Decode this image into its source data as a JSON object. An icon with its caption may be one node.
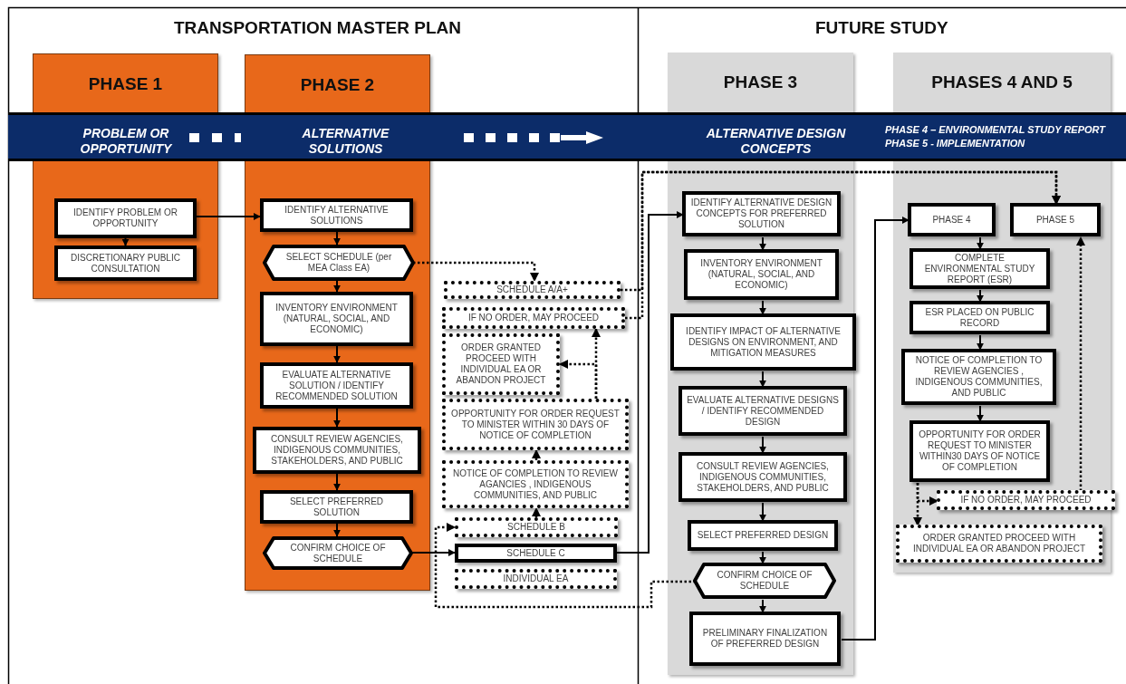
{
  "diagram": {
    "nodes": [
      {
        "text": [
          "PHASE 1"
        ]
      },
      {
        "text": [
          "IDENTIFY PROBLEM OR OPPORTUNITY"
        ],
        "in": 0
      },
      {
        "text": [
          "DISCRETIONARY PUBLIC CONSULTATION"
        ],
        "in": 0
      },
      {
        "text": [
          "PHASE 2"
        ]
      },
      {
        "text": [
          "IDENTIFY ALTERNATIVE SOLUTIONS"
        ],
        "in": 3
      },
      {
        "text": [
          "SELECT SCHEDULE (per MEA Class EA)"
        ],
        "in": 3
      },
      {
        "text": [
          "INVENTORY ENVIRONMENT (NATURAL, SOCIAL, AND ECONOMIC)"
        ],
        "in": 3
      },
      {
        "text": [
          "EVALUATE ALTERNATIVE SOLUTION / IDENTIFY RECOMMENDED SOLUTION"
        ],
        "in": 3
      },
      {
        "text": [
          "CONSULT REVIEW AGENCIES, INDIGENOUS COMMUNITIES, STAKEHOLDERS, AND PUBLIC"
        ],
        "in": 3
      },
      {
        "text": [
          "SELECT PREFERRED SOLUTION"
        ],
        "in": 3
      },
      {
        "text": [
          "CONFIRM CHOICE OF SCHEDULE"
        ],
        "in": 3
      },
      {
        "text": [
          "SCHEDULE A/A+"
        ]
      },
      {
        "text": [
          "IF NO ORDER, MAY PROCEED"
        ]
      },
      {
        "text": [
          "ORDER GRANTED PROCEED WITH INDIVIDUAL EA OR ABANDON PROJECT"
        ]
      },
      {
        "text": [
          "OPPORTUNITY FOR ORDER REQUEST TO MINISTER WITHIN 30 DAYS OF NOTICE OF COMPLETION"
        ]
      },
      {
        "text": [
          "NOTICE OF COMPLETION TO REVIEW AGANCIES , INDIGENOUS COMMUNITIES, AND PUBLIC"
        ]
      },
      {
        "text": [
          "SCHEDULE B"
        ]
      },
      {
        "text": [
          "SCHEDULE C"
        ]
      },
      {
        "text": [
          "INDIVIDUAL EA"
        ]
      },
      {
        "text": [
          "PHASE 3"
        ]
      },
      {
        "text": [
          "IDENTIFY ALTERNATIVE DESIGN CONCEPTS FOR PREFERRED SOLUTION"
        ],
        "in": 19
      },
      {
        "text": [
          "INVENTORY ENVIRONMENT (NATURAL, SOCIAL, AND ECONOMIC)"
        ],
        "in": 19
      },
      {
        "text": [
          "IDENTIFY IMPACT OF ALTERNATIVE DESIGNS ON ENVIRONMENT, AND MITIGATION MEASURES"
        ],
        "in": 19
      },
      {
        "text": [
          "EVALUATE ALTERNATIVE DESIGNS / IDENTIFY RECOMMENDED DESIGN"
        ],
        "in": 19
      },
      {
        "text": [
          "CONSULT REVIEW AGENCIES, INDIGENOUS COMMUNITIES, STAKEHOLDERS, AND PUBLIC"
        ],
        "in": 19
      },
      {
        "text": [
          "SELECT PREFERRED DESIGN"
        ],
        "in": 19
      },
      {
        "text": [
          "CONFIRM CHOICE OF SCHEDULE"
        ],
        "in": 19
      },
      {
        "text": [
          "PRELIMINARY FINALIZATION OF PREFERRED DESIGN"
        ],
        "in": 19
      },
      {
        "text": [
          "PHASES 4 AND 5"
        ]
      },
      {
        "text": [
          "PHASE 4"
        ],
        "in": 28
      },
      {
        "text": [
          "PHASE 5"
        ],
        "in": 28
      },
      {
        "text": [
          "COMPLETE ENVIRONMENTAL STUDY REPORT (ESR)"
        ],
        "in": 28
      },
      {
        "text": [
          "ESR PLACED ON PUBLIC RECORD"
        ],
        "in": 28
      },
      {
        "text": [
          "NOTICE OF COMPLETION TO REVIEW AGENCIES , INDIGENOUS COMMUNITIES, AND PUBLIC"
        ],
        "in": 28
      },
      {
        "text": [
          "OPPORTUNITY FOR ORDER REQUEST TO MINISTER WITHIN30 DAYS OF NOTICE OF COMPLETION"
        ],
        "in": 28
      },
      {
        "text": [
          "IF NO ORDER, MAY PROCEED"
        ],
        "in": 28
      },
      {
        "text": [
          "ORDER GRANTED PROCEED WITH INDIVIDUAL EA OR ABANDON PROJECT"
        ],
        "in": 28
      }
    ],
    "edges": [
      {
        "from": 1,
        "to": 2,
        "arrow": "to"
      },
      {
        "from": 1,
        "to": 4,
        "arrow": "to"
      },
      {
        "from": 4,
        "to": 5,
        "arrow": "to"
      },
      {
        "from": 5,
        "to": 6,
        "arrow": "to"
      },
      {
        "from": 6,
        "to": 7,
        "arrow": "to"
      },
      {
        "from": 7,
        "to": 8,
        "arrow": "to"
      },
      {
        "from": 8,
        "to": 9,
        "arrow": "to"
      },
      {
        "from": 9,
        "to": 10,
        "arrow": "to"
      },
      {
        "from": 5,
        "to": 11,
        "arrow": "to",
        "style": "dashed"
      },
      {
        "from": 10,
        "to": 17,
        "arrow": "to"
      },
      {
        "from": 16,
        "to": 15,
        "arrow": "to",
        "style": "dashed"
      },
      {
        "from": 15,
        "to": 14,
        "arrow": "to",
        "style": "dashed"
      },
      {
        "from": 14,
        "to": 12,
        "arrow": "to",
        "style": "dashed"
      },
      {
        "from": 14,
        "to": 13,
        "arrow": "to",
        "style": "dashed"
      },
      {
        "from": 11,
        "to": 30,
        "arrow": "to",
        "style": "dashed"
      },
      {
        "from": 12,
        "to": 30,
        "arrow": "to",
        "style": "dashed"
      },
      {
        "from": 17,
        "to": 20,
        "arrow": "to"
      },
      {
        "from": 26,
        "to": 16,
        "arrow": "to",
        "style": "dashed"
      },
      {
        "from": 20,
        "to": 21,
        "arrow": "to"
      },
      {
        "from": 21,
        "to": 22,
        "arrow": "to"
      },
      {
        "from": 22,
        "to": 23,
        "arrow": "to"
      },
      {
        "from": 23,
        "to": 24,
        "arrow": "to"
      },
      {
        "from": 24,
        "to": 25,
        "arrow": "to"
      },
      {
        "from": 25,
        "to": 26,
        "arrow": "to"
      },
      {
        "from": 26,
        "to": 27,
        "arrow": "to"
      },
      {
        "from": 27,
        "to": 29,
        "arrow": "to"
      },
      {
        "from": 29,
        "to": 31,
        "arrow": "to"
      },
      {
        "from": 31,
        "to": 32,
        "arrow": "to"
      },
      {
        "from": 32,
        "to": 33,
        "arrow": "to"
      },
      {
        "from": 33,
        "to": 34,
        "arrow": "to"
      },
      {
        "from": 34,
        "to": 35,
        "arrow": "to",
        "style": "dashed"
      },
      {
        "from": 34,
        "to": 36,
        "arrow": "to",
        "style": "dashed"
      },
      {
        "from": 35,
        "to": 30,
        "arrow": "to",
        "style": "dashed"
      }
    ],
    "labels": [
      "TRANSPORTATION MASTER PLAN",
      "FUTURE STUDY",
      "PROBLEM OR OPPORTUNITY",
      "ALTERNATIVE SOLUTIONS",
      "ALTERNATIVE DESIGN CONCEPTS",
      "PHASE 4 – ENVIRONMENTAL STUDY REPORT",
      "PHASE 5 - IMPLEMENTATION"
    ]
  }
}
